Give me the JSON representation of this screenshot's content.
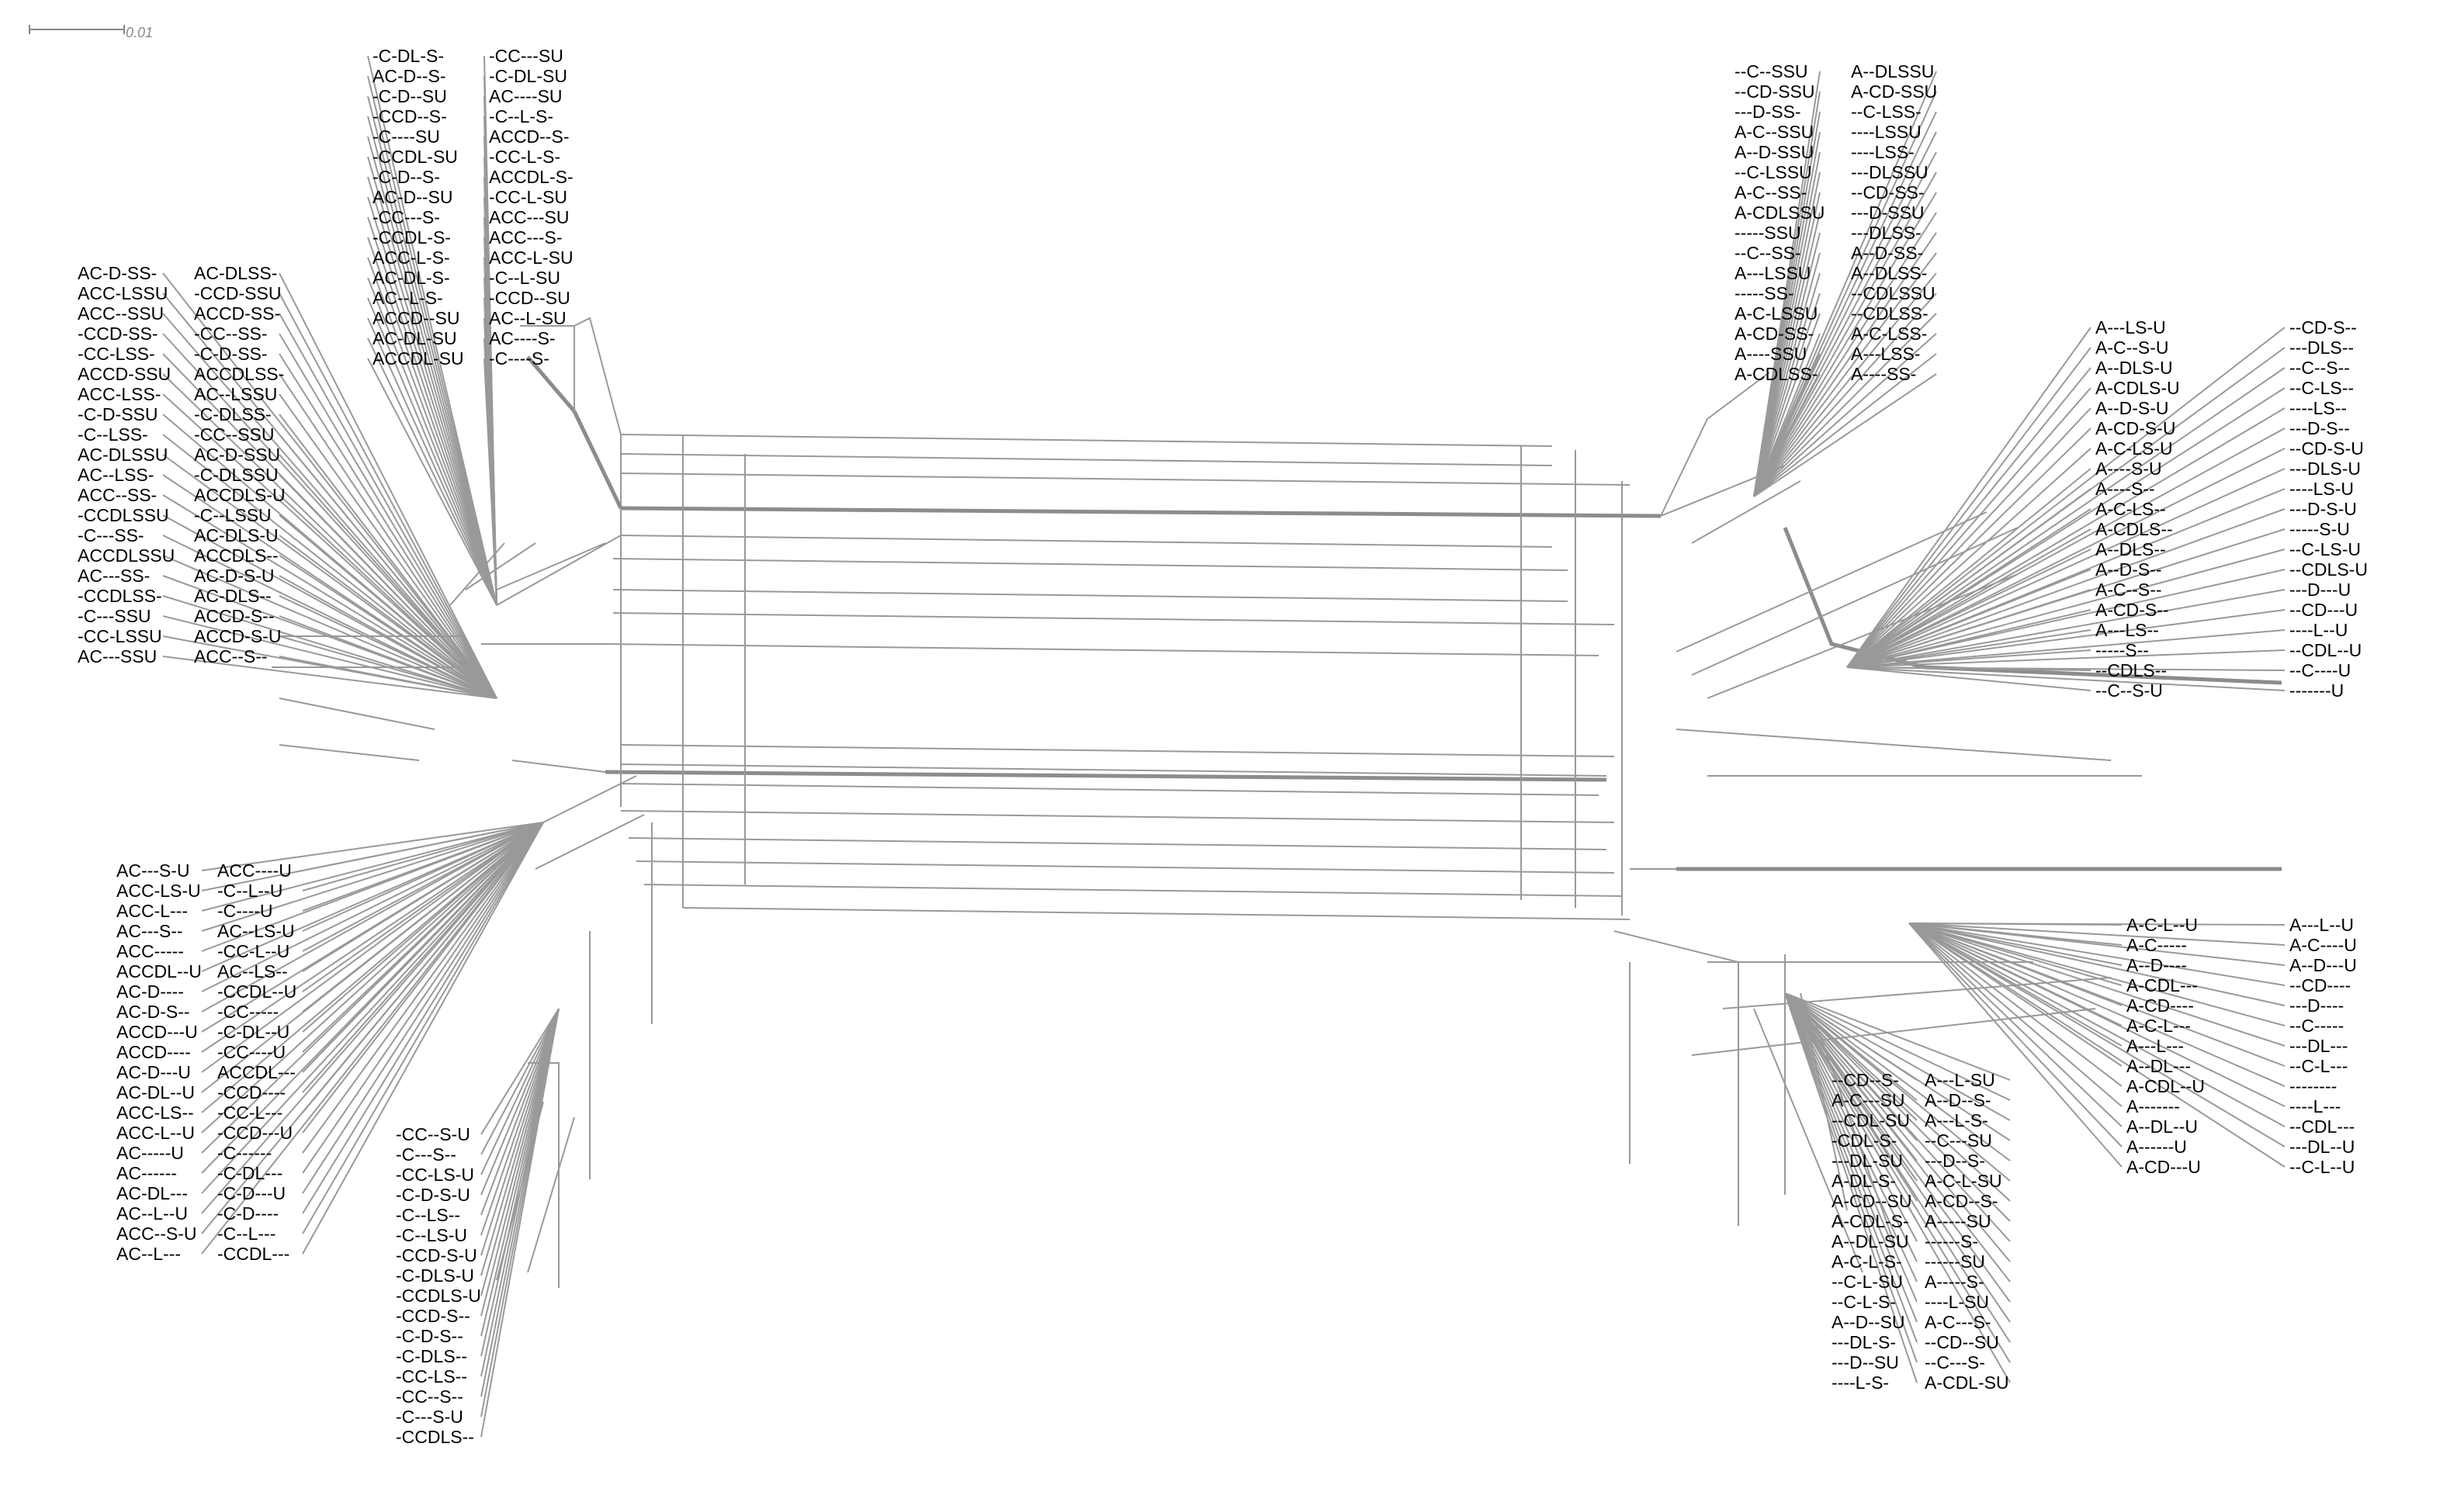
{
  "scale_bar": {
    "label": "0.01"
  },
  "colors": {
    "edges": "#999999",
    "labels": "#000000",
    "scale": "#888888"
  },
  "groups": {
    "upper_left": [
      "-C-DL-S-",
      "AC-D--S-",
      "-C-D--SU",
      "-CCD--S-",
      "-C----SU",
      "-CCDL-SU",
      "-C-D--S-",
      "AC-D--SU",
      "-CC---S-",
      "-CCDL-S-",
      "ACC-L-S-",
      "AC-DL-S-",
      "AC--L-S-",
      "ACCD--SU",
      "AC-DL-SU",
      "ACCDL-SU",
      "-CC---SU",
      "-C-DL-SU",
      "AC----SU",
      "-C--L-S-",
      "ACCD--S-",
      "-CC-L-S-",
      "ACCDL-S-",
      "-CC-L-SU",
      "ACC---SU",
      "ACC---S-",
      "ACC-L-SU",
      "-C--L-SU",
      "-CCD--SU",
      "AC--L-SU",
      "AC----S-",
      "-C----S-"
    ],
    "left": [
      "AC-D-SS-",
      "ACC-LSSU",
      "ACC--SSU",
      "-CCD-SS-",
      "-CC-LSS-",
      "ACCD-SSU",
      "ACC-LSS-",
      "-C-D-SSU",
      "-C--LSS-",
      "AC-DLSSU",
      "AC--LSS-",
      "ACC--SS-",
      "-CCDLSSU",
      "-C---SS-",
      "ACCDLSSU",
      "AC---SS-",
      "-CCDLSS-",
      "-C---SSU",
      "-CC-LSSU",
      "AC---SSU",
      "AC-DLSS-",
      "-CCD-SSU",
      "ACCD-SS-",
      "-CC--SS-",
      "-C-D-SS-",
      "ACCDLSS-",
      "AC--LSSU",
      "-C-DLSS-",
      "-CC--SSU",
      "AC-D-SSU",
      "-C-DLSSU",
      "ACCDLS-U",
      "-C--LSSU",
      "AC-DLS-U",
      "ACCDLS--",
      "AC-D-S-U",
      "AC-DLS--",
      "ACCD-S--",
      "ACCD-S-U",
      "ACC--S--"
    ],
    "lower_left": [
      "AC---S-U",
      "ACC-LS-U",
      "ACC-L---",
      "AC---S--",
      "ACC-----",
      "ACCDL--U",
      "AC-D----",
      "AC-D-S--",
      "ACCD---U",
      "ACCD----",
      "AC-D---U",
      "AC-DL--U",
      "ACC-LS--",
      "ACC-L--U",
      "AC-----U",
      "AC------",
      "AC-DL---",
      "AC--L--U",
      "ACC--S-U",
      "AC--L---",
      "ACC----U",
      "-C--L--U",
      "-C----U",
      "AC--LS-U",
      "-CC-L--U",
      "AC--LS--",
      "-CCDL--U",
      "-CC-----",
      "-C-DL--U",
      "-CC----U",
      "ACCDL---",
      "-CCD----",
      "-CC-L---",
      "-CCD---U",
      "-C------",
      "-C-DL---",
      "-C-D---U",
      "-C-D----",
      "-C--L---",
      "-CCDL---"
    ],
    "lower_middle": [
      "-CC--S-U",
      "-C---S--",
      "-CC-LS-U",
      "-C-D-S-U",
      "-C--LS--",
      "-C--LS-U",
      "-CCD-S-U",
      "-C-DLS-U",
      "-CCDLS-U",
      "-CCD-S--",
      "-C-D-S--",
      "-C-DLS--",
      "-CC-LS--",
      "-CC--S--",
      "-C---S-U",
      "-CCDLS--"
    ],
    "upper_right": [
      "--C--SSU",
      "--CD-SSU",
      "---D-SS-",
      "A-C--SSU",
      "A--D-SSU",
      "--C-LSSU",
      "A-C--SS-",
      "A-CDLSSU",
      "-----SSU",
      "--C--SS-",
      "A---LSSU",
      "-----SS-",
      "A-C-LSSU",
      "A-CD-SS-",
      "A----SSU",
      "A-CDLSS-",
      "A--DLSSU",
      "A-CD-SSU",
      "--C-LSS-",
      "----LSSU",
      "----LSS-",
      "---DLSSU",
      "--CD-SS-",
      "---D-SSU",
      "---DLSS-",
      "A--D-SS-",
      "A--DLSS-",
      "--CDLSSU",
      "--CDLSS-",
      "A-C-LSS-",
      "A---LSS-",
      "A----SS-"
    ],
    "right": [
      "A---LS-U",
      "A-C--S-U",
      "A--DLS-U",
      "A-CDLS-U",
      "A--D-S-U",
      "A-CD-S-U",
      "A-C-LS-U",
      "A----S-U",
      "A----S--",
      "A-C-LS--",
      "A-CDLS--",
      "A--DLS--",
      "A--D-S--",
      "A-C--S--",
      "A-CD-S--",
      "A---LS--",
      "-----S--",
      "--CDLS--",
      "--C--S-U",
      "--CD-S--",
      "---DLS--",
      "--C--S--",
      "--C-LS--",
      "----LS--",
      "---D-S--",
      "--CD-S-U",
      "---DLS-U",
      "----LS-U",
      "---D-S-U",
      "-----S-U",
      "--C-LS-U",
      "--CDLS-U",
      "---D---U",
      "--CD---U",
      "----L--U",
      "--CDL--U",
      "--C----U",
      "-------U"
    ],
    "lower_right": [
      "A-C-L--U",
      "A-C-----",
      "A--D----",
      "A-CDL---",
      "A-CD----",
      "A-C-L---",
      "A---L---",
      "A--DL---",
      "A-CDL--U",
      "A-------",
      "A--DL--U",
      "A------U",
      "A-CD---U",
      "A---L--U",
      "A-C----U",
      "A--D---U",
      "--CD----",
      "---D----",
      "--C-----",
      "---DL---",
      "--C-L---",
      "--------",
      "----L---",
      "--CDL---",
      "---DL--U",
      "--C-L--U"
    ],
    "lower_center": [
      "--CD--S-",
      "A-C---SU",
      "--CDL-SU",
      "-CDL-S-",
      "---DL-SU",
      "A-DL-S-",
      "A-CD--SU",
      "A-CDL-S-",
      "A--DL-SU",
      "A-C-L-S-",
      "--C-L-SU",
      "--C-L-S-",
      "A--D--SU",
      "---DL-S-",
      "---D--SU",
      "----L-S-",
      "A---L-SU",
      "A--D--S-",
      "A---L-S-",
      "--C---SU",
      "---D--S-",
      "A-C-L-SU",
      "A-CD--S-",
      "A-----SU",
      "------S-",
      "------SU",
      "A-----S-",
      "----L-SU",
      "A-C---S-",
      "--CD--SU",
      "--C---S-",
      "A-CDL-SU"
    ]
  }
}
